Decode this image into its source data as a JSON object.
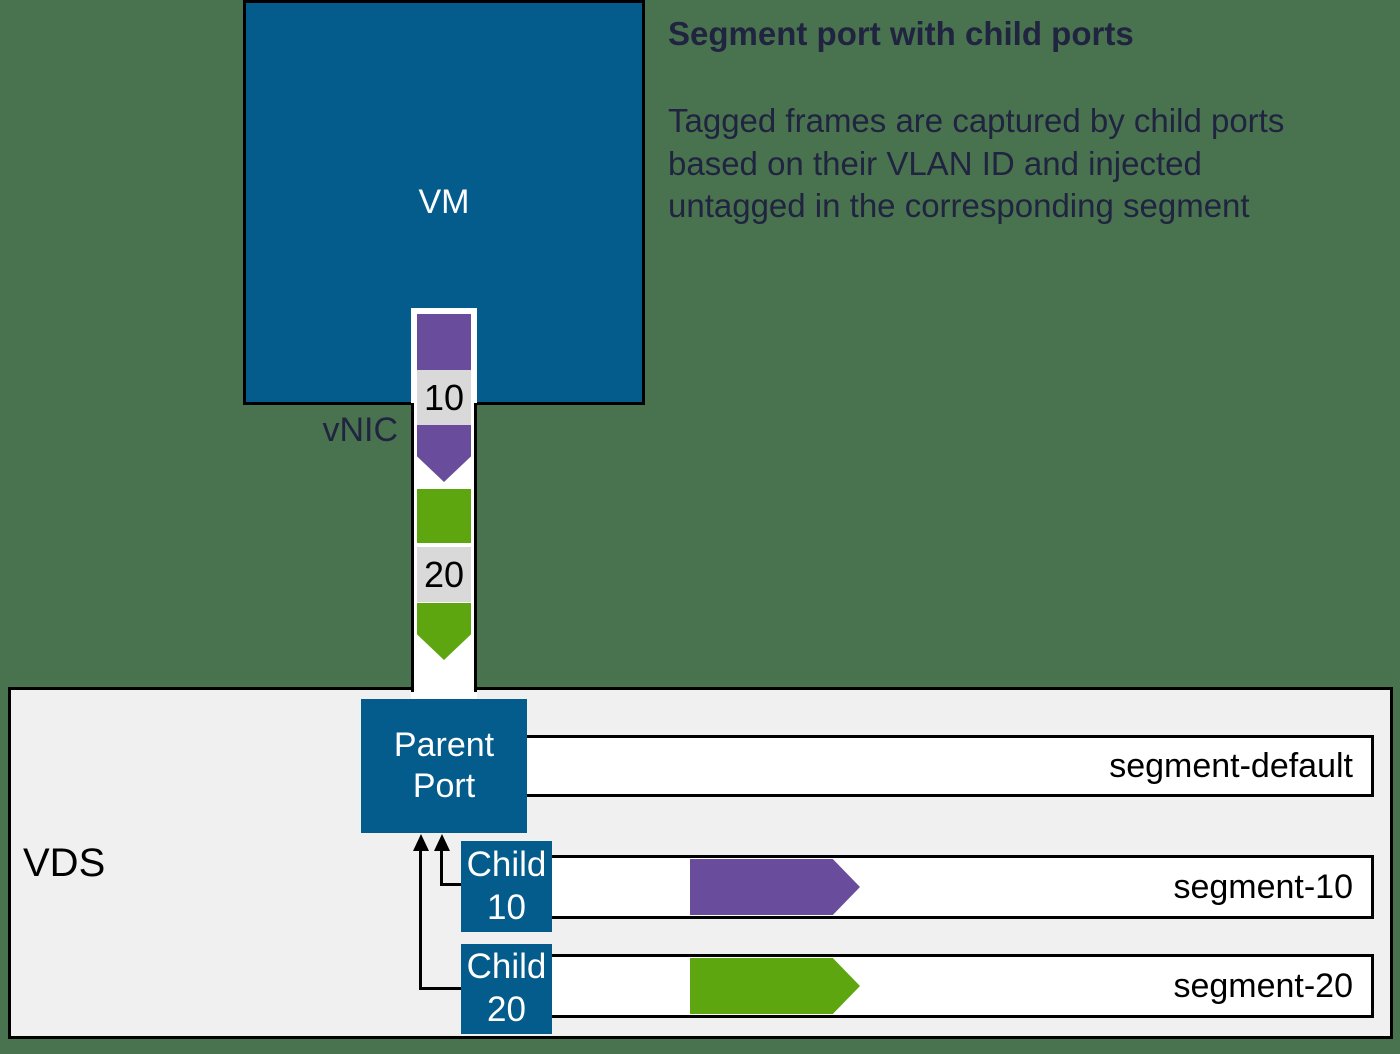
{
  "colors": {
    "bg_green": "#49724E",
    "vm_blue": "#045C8D",
    "purple": "#6A4C9D",
    "green": "#5DA60F",
    "gray_label": "#D9D9D9",
    "vds_bg": "#F0F0F0",
    "text_navy": "#202440"
  },
  "info": {
    "title": "Segment port with child ports",
    "body_lines": [
      "Tagged frames are captured by child ports",
      "based on their VLAN ID and injected",
      "untagged in the corresponding segment"
    ]
  },
  "vm": {
    "label": "VM"
  },
  "vnic": {
    "label": "vNIC"
  },
  "tags": {
    "vlan10": "10",
    "vlan20": "20"
  },
  "vds": {
    "label": "VDS"
  },
  "parent_port": {
    "line1": "Parent",
    "line2": "Port"
  },
  "child_ports": [
    {
      "line1": "Child",
      "line2": "10"
    },
    {
      "line1": "Child",
      "line2": "20"
    }
  ],
  "segments": [
    {
      "name": "segment-default",
      "arrow_color": ""
    },
    {
      "name": "segment-10",
      "arrow_color": "#6A4C9D"
    },
    {
      "name": "segment-20",
      "arrow_color": "#5DA60F"
    }
  ]
}
